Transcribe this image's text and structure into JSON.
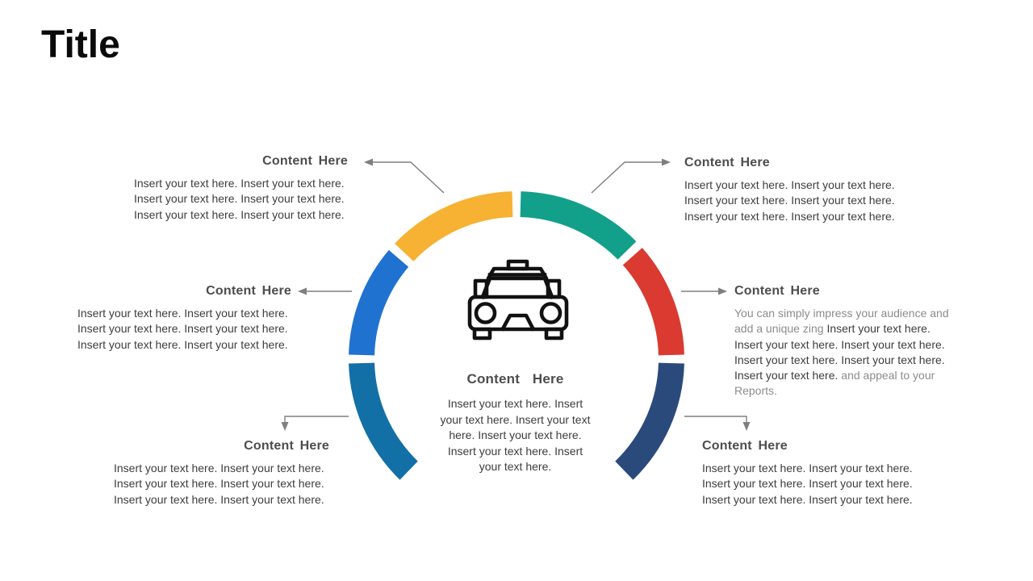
{
  "slide": {
    "title": "Title"
  },
  "palette": {
    "yellow": "#F7B133",
    "green": "#13A08A",
    "red": "#DA3A30",
    "navy": "#2B4A7C",
    "steel_blue": "#1270A6",
    "blue": "#2072D0",
    "heading_text": "#4D4D4D",
    "body_text": "#3D3D3D",
    "muted_text": "#8C8C8C",
    "connector": "#7F7F7F",
    "icon_stroke": "#111111"
  },
  "diagram": {
    "center_icon": "taxi-icon",
    "segments": [
      {
        "id": "top-left-yellow",
        "color": "#F7B133",
        "start": 313.5,
        "end": 358.5
      },
      {
        "id": "top-right-green",
        "color": "#13A08A",
        "start": 1.5,
        "end": 45.5
      },
      {
        "id": "right-red",
        "color": "#DA3A30",
        "start": 48.5,
        "end": 88.5
      },
      {
        "id": "bottom-right-navy",
        "color": "#2B4A7C",
        "start": 91.5,
        "end": 136
      },
      {
        "id": "bottom-left-steel-blue",
        "color": "#1270A6",
        "start": 224,
        "end": 268.5
      },
      {
        "id": "left-blue",
        "color": "#2072D0",
        "start": 271.5,
        "end": 310.5
      }
    ]
  },
  "blocks": {
    "top_left": {
      "heading": "Content Here",
      "lines": [
        "Insert your text here. Insert your text here.",
        "Insert your text here. Insert your text here.",
        "Insert your text here. Insert your text here."
      ]
    },
    "top_right": {
      "heading": "Content Here",
      "lines": [
        "Insert your text here. Insert your text here.",
        "Insert your text here. Insert your text here.",
        "Insert your text here. Insert your text here."
      ]
    },
    "mid_left": {
      "heading": "Content Here",
      "lines": [
        "Insert your text here. Insert your text here.",
        "Insert your text here. Insert your text here.",
        "Insert your text here. Insert your text here."
      ]
    },
    "mid_right": {
      "heading": "Content Here",
      "l1_light": "You can simply impress your audience and",
      "l2_light": "add a unique zing ",
      "l2_dark": "Insert your text here.",
      "l3_dark": "Insert your text here. Insert your text here.",
      "l4_dark": "Insert your text here. Insert your text here.",
      "l5_dark": "Insert your text here. ",
      "l5_light": "and appeal to your",
      "l6_light": "Reports."
    },
    "bottom_left": {
      "heading": "Content Here",
      "lines": [
        "Insert your text here. Insert your text here.",
        "Insert your text here. Insert your text here.",
        "Insert your text here. Insert your text here."
      ]
    },
    "bottom_right": {
      "heading": "Content Here",
      "lines": [
        "Insert your text here. Insert your text here.",
        "Insert your text here. Insert your text here.",
        "Insert your text here. Insert your text here."
      ]
    },
    "center": {
      "heading": "Content  Here",
      "lines": [
        "Insert your text here. Insert",
        "your text here. Insert your text",
        "here. Insert your text here.",
        "Insert your text here. Insert",
        "your text here."
      ]
    }
  }
}
